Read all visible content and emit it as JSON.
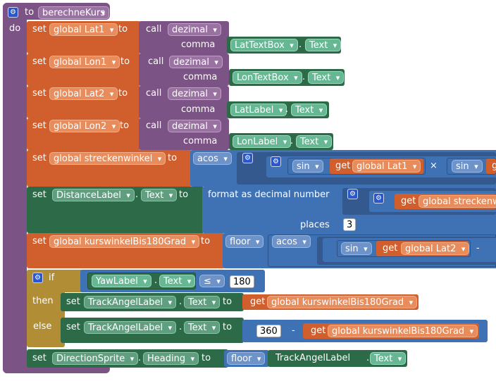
{
  "procedure": {
    "to_label": "to",
    "name": "berechneKurs",
    "do_label": "do"
  },
  "blocks": {
    "set": "set",
    "to": "to",
    "call": "call",
    "comma": "comma",
    "dot": ".",
    "get": "get",
    "if": "if",
    "then": "then",
    "else": "else",
    "times": "×",
    "minus": "-",
    "lte": "≤",
    "places": "places"
  },
  "rows": {
    "lat1": {
      "var": "global Lat1",
      "proc": "dezimal",
      "comp": "LatTextBox",
      "prop": "Text"
    },
    "lon1": {
      "var": "global Lon1",
      "proc": "dezimal",
      "comp": "LonTextBox",
      "prop": "Text"
    },
    "lat2": {
      "var": "global Lat2",
      "proc": "dezimal",
      "comp": "LatLabel",
      "prop": "Text"
    },
    "lon2": {
      "var": "global Lon2",
      "proc": "dezimal",
      "comp": "LonLabel",
      "prop": "Text"
    },
    "strecke": {
      "var": "global streckenwinkel",
      "fn": "acos",
      "sin": "sin",
      "get_var": "global Lat1",
      "sin2": "sin",
      "trunc": "g"
    },
    "distance": {
      "comp": "DistanceLabel",
      "prop": "Text",
      "fn": "format as decimal number",
      "get_var": "global streckenw",
      "places_value": "3"
    },
    "kurs": {
      "var": "global kurswinkelBis180Grad",
      "fn1": "floor",
      "fn2": "acos",
      "sin": "sin",
      "get_var": "global Lat2"
    },
    "if_block": {
      "comp": "YawLabel",
      "prop": "Text",
      "op": "≤",
      "value": "180"
    },
    "then_block": {
      "comp": "TrackAngelLabel",
      "prop": "Text",
      "get_var": "global kurswinkelBis180Grad"
    },
    "else_block": {
      "comp": "TrackAngelLabel",
      "prop": "Text",
      "value": "360",
      "get_var": "global kurswinkelBis180Grad"
    },
    "sprite": {
      "comp": "DirectionSprite",
      "prop": "Heading",
      "fn": "floor",
      "comp2": "TrackAngelLabel",
      "prop2": "Text"
    }
  }
}
